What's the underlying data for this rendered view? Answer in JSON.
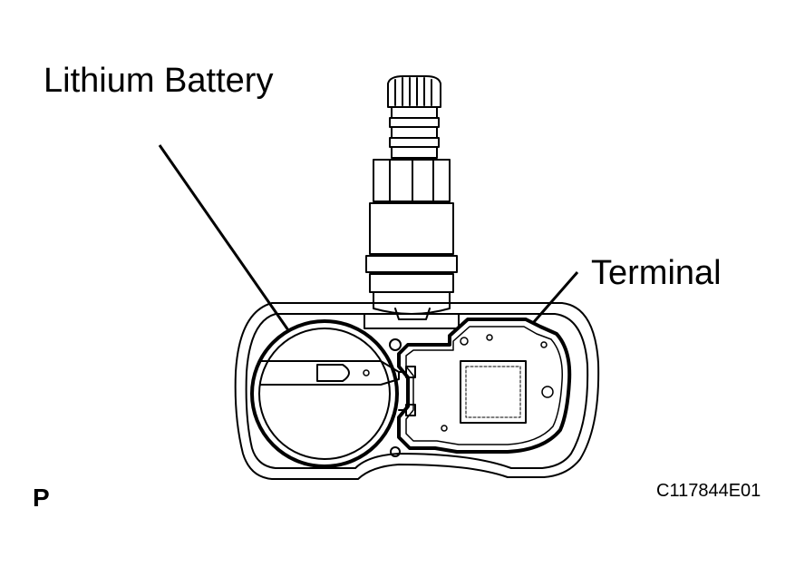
{
  "labels": {
    "battery": "Lithium Battery",
    "terminal": "Terminal",
    "view": "P",
    "figure_code": "C117844E01"
  },
  "colors": {
    "line": "#000000",
    "background": "#ffffff"
  }
}
